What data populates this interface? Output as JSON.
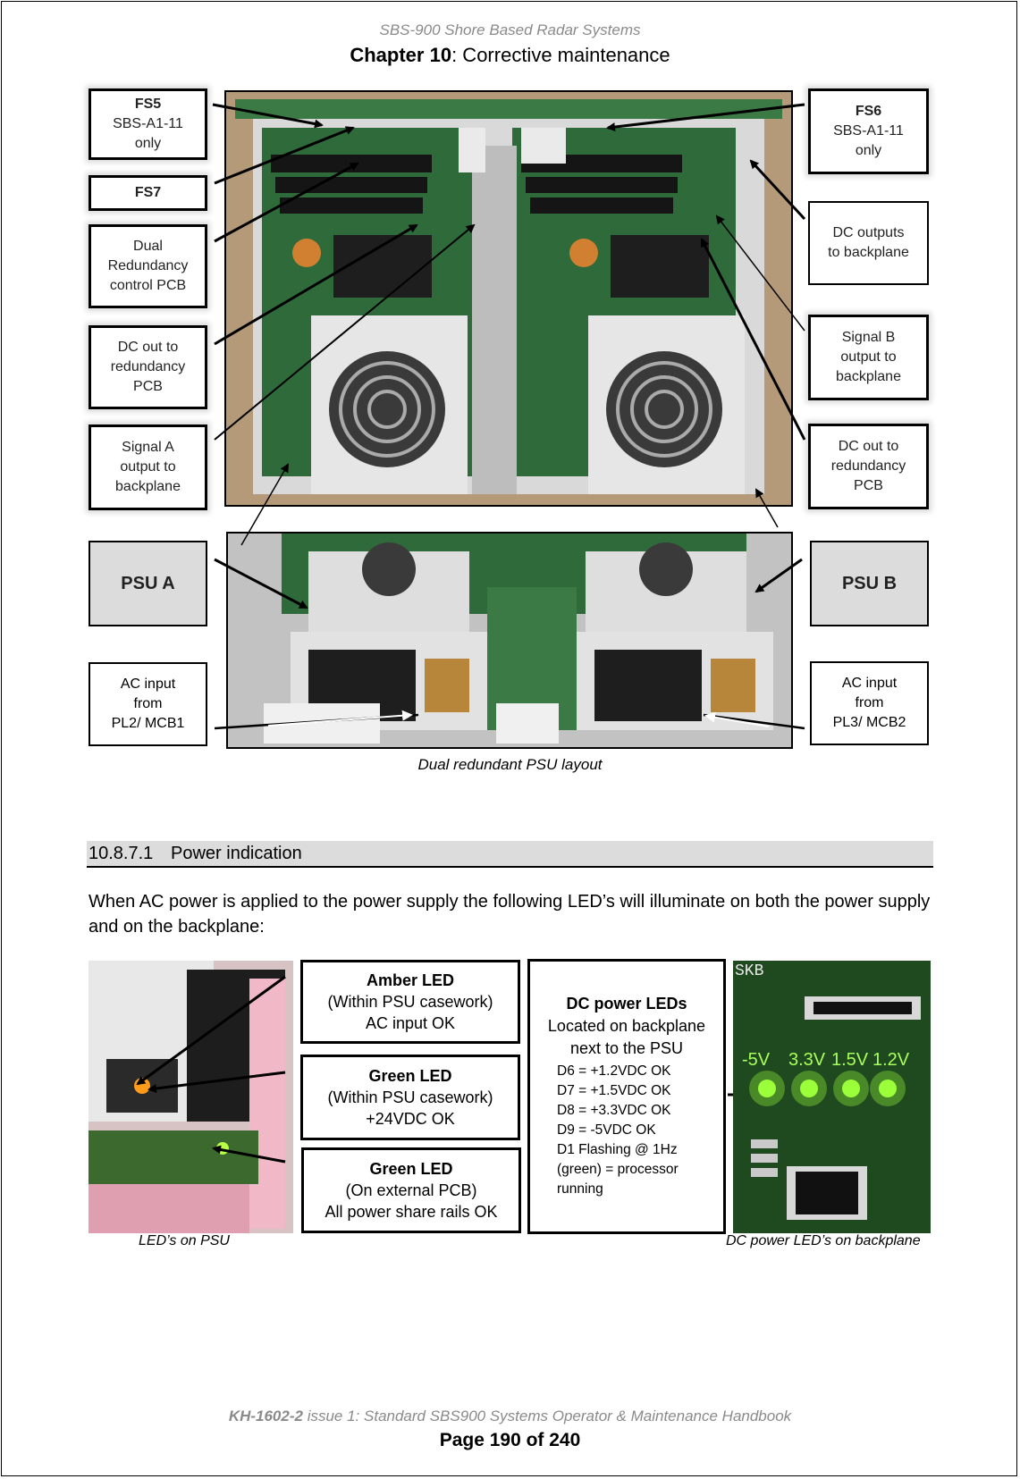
{
  "header": {
    "doc_title": "SBS-900 Shore Based Radar Systems",
    "chapter_bold": "Chapter 10",
    "chapter_rest": ": Corrective maintenance"
  },
  "figure1": {
    "caption": "Dual redundant PSU layout",
    "left_callouts": {
      "fs5_title": "FS5",
      "fs5_line1": "SBS-A1-11",
      "fs5_line2": "only",
      "fs7_title": "FS7",
      "dual_line1": "Dual",
      "dual_line2": "Redundancy",
      "dual_line3": "control PCB",
      "dcout_line1": "DC out to",
      "dcout_line2": "redundancy",
      "dcout_line3": "PCB",
      "siga_line1": "Signal A",
      "siga_line2": "output to",
      "siga_line3": "backplane",
      "psu_a": "PSU A",
      "ac_line1": "AC input",
      "ac_line2": "from",
      "ac_line3": "PL2/ MCB1"
    },
    "right_callouts": {
      "fs6_title": "FS6",
      "fs6_line1": "SBS-A1-11",
      "fs6_line2": "only",
      "dcouts_line1": "DC outputs",
      "dcouts_line2": "to backplane",
      "sigb_line1": "Signal B",
      "sigb_line2": "output to",
      "sigb_line3": "backplane",
      "dcout_line1": "DC out to",
      "dcout_line2": "redundancy",
      "dcout_line3": "PCB",
      "psu_b": "PSU B",
      "ac_line1": "AC input",
      "ac_line2": "from",
      "ac_line3": "PL3/ MCB2"
    }
  },
  "section": {
    "number": "10.8.7.1",
    "title": "Power indication",
    "paragraph": "When AC power is applied to the power supply the following LED’s will illuminate on both the power supply and on the backplane:"
  },
  "figure2": {
    "left_caption": "LED’s on PSU",
    "right_caption": "DC power LED’s on backplane",
    "amber": {
      "title": "Amber LED",
      "line1": "(Within PSU casework)",
      "line2": "AC input OK"
    },
    "green1": {
      "title": "Green LED",
      "line1": "(Within PSU casework)",
      "line2": "+24VDC OK"
    },
    "green2": {
      "title": "Green LED",
      "line1": "(On external PCB)",
      "line2": "All power share rails OK"
    },
    "dc": {
      "title": "DC power LEDs",
      "line1": "Located on backplane",
      "line2": "next to the PSU",
      "items": [
        "D6 = +1.2VDC OK",
        "D7 = +1.5VDC OK",
        "D8 = +3.3VDC OK",
        "D9 = -5VDC OK",
        "D1 Flashing @ 1Hz",
        "(green) = processor",
        "running"
      ]
    },
    "board_labels": [
      "-5V",
      "3.3V",
      "1.5V",
      "1.2V"
    ],
    "board_marker": "SKB"
  },
  "footer": {
    "doc_code": "KH-1602-2",
    "doc_rest": " issue 1: Standard SBS900 Systems Operator & Maintenance Handbook",
    "page": "Page 190 of 240"
  }
}
